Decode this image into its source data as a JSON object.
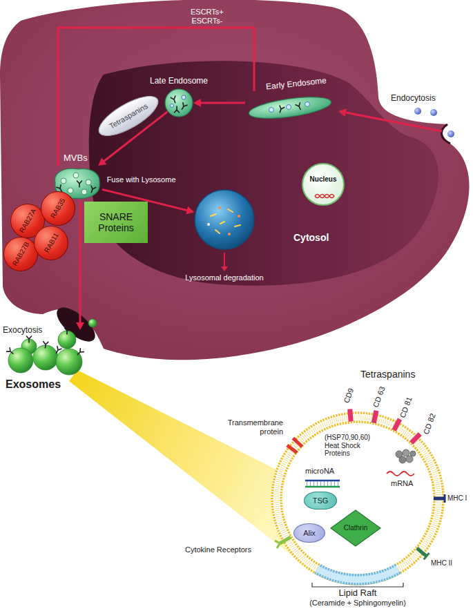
{
  "diagram": {
    "nodes": [
      {
        "text": [
          "Early Endosome"
        ]
      },
      {
        "text": [
          "Late Endosome"
        ]
      },
      {
        "text": [
          "Tetraspanins"
        ]
      },
      {
        "text": [
          "MVBs"
        ]
      },
      {
        "text": [
          "Lysosomal degradation"
        ]
      },
      {
        "text": [
          "Nucleus"
        ]
      },
      {
        "text": [
          "SNARE Proteins"
        ]
      },
      {
        "text": [
          "RAB27A"
        ]
      },
      {
        "text": [
          "RAB35"
        ]
      },
      {
        "text": [
          "RAB27B"
        ]
      },
      {
        "text": [
          "RAB11"
        ]
      },
      {
        "text": [
          "Exosomes"
        ]
      },
      {
        "text": [
          "TSG"
        ]
      },
      {
        "text": [
          "Alix"
        ]
      },
      {
        "text": [
          "Clathrin"
        ]
      }
    ],
    "edges": [
      {
        "from": 0,
        "to": 1,
        "arrow": "to"
      },
      {
        "from": 1,
        "to": 3,
        "arrow": "to"
      },
      {
        "from": 0,
        "to": 3,
        "label": "ESCRTs+ ESCRTs-",
        "arrow": "none"
      },
      {
        "from": 3,
        "to": 4,
        "label": "Fuse with Lysosome",
        "arrow": "to"
      },
      {
        "from": 3,
        "to": 11,
        "arrow": "to"
      }
    ],
    "labels": [
      "Endocytosis",
      "Cytosol",
      "Exocytosis",
      "Tetraspanins",
      "CD9",
      "CD 63",
      "CD 81",
      "CD 82",
      "Transmembrane protein",
      "(HSP70,90,60) Heat Shock Proteins",
      "microNA",
      "mRNA",
      "MHC I",
      "MHC II",
      "Cytokine Receptors",
      "Lipid Raft",
      "(Ceramide + Sphingomyelin)"
    ]
  }
}
